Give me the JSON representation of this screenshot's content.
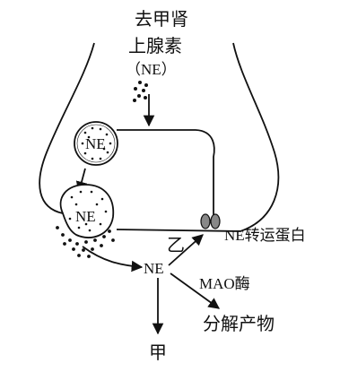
{
  "labels": {
    "title_line1": "去甲肾",
    "title_line2": "上腺素",
    "title_line3": "（NE）",
    "vesicle_top": "NE",
    "vesicle_fusing": "NE",
    "released": "NE",
    "transporter": "NE转运蛋白",
    "yi": "乙",
    "mao": "MAO酶",
    "products": "分解产物",
    "jia": "甲"
  },
  "colors": {
    "ink": "#111111",
    "transporter_fill": "#888888",
    "background": "#ffffff"
  }
}
